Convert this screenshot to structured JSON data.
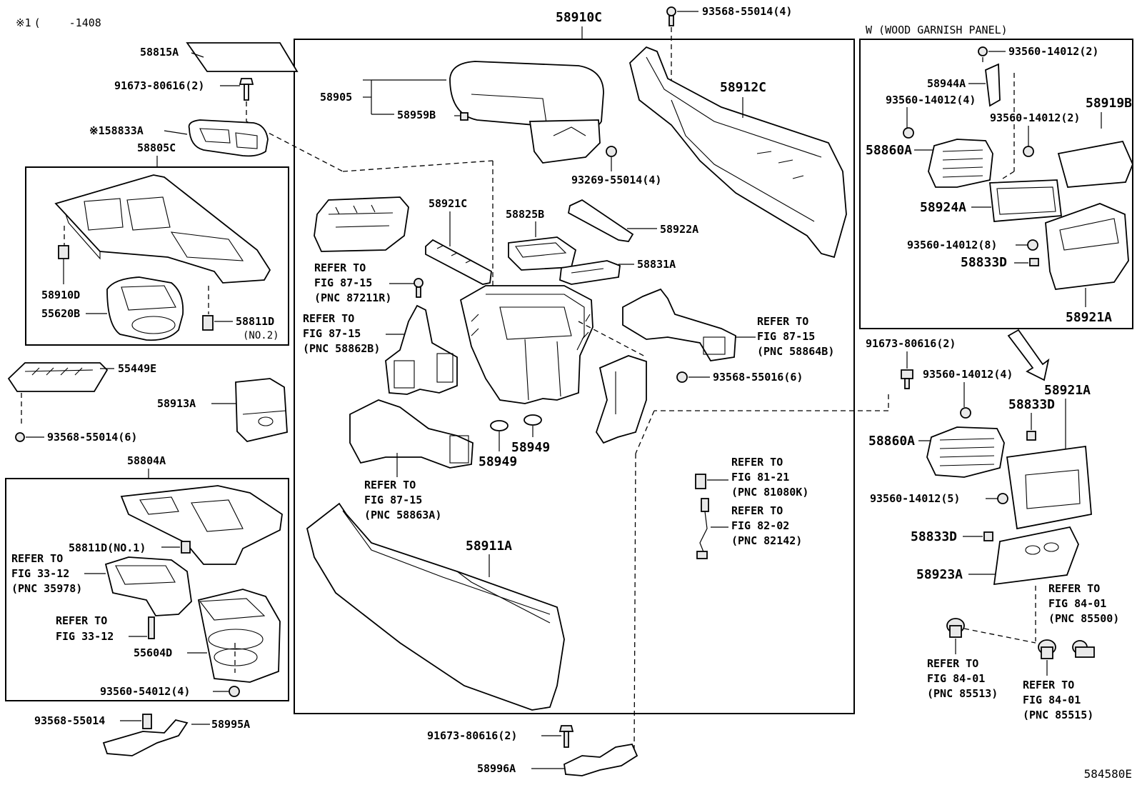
{
  "header": {
    "note_mark": "※1",
    "note_paren": "(",
    "note_range": "-1408"
  },
  "footer": {
    "diagram_id": "584580E"
  },
  "wood_panel": {
    "title": "W (WOOD GARNISH PANEL)"
  },
  "labels": {
    "p58910C": "58910C",
    "p93568_55014_4": "93568-55014(4)",
    "p58815A": "58815A",
    "p91673_80616_2a": "91673-80616(2)",
    "p58833A_mark": "※1",
    "p58833A": "58833A",
    "p58805C": "58805C",
    "p58910D": "58910D",
    "p55620B": "55620B",
    "p58811D": "58811D",
    "p58811D_no2": "(NO.2)",
    "p55449E": "55449E",
    "p93568_55014_6": "93568-55014(6)",
    "p58913A": "58913A",
    "p58804A": "58804A",
    "p58811D_no1": "58811D(NO.1)",
    "ref_33_12a_1": "REFER TO",
    "ref_33_12a_2": "FIG 33-12",
    "ref_33_12a_3": "(PNC 35978)",
    "ref_33_12b_1": "REFER TO",
    "ref_33_12b_2": "FIG 33-12",
    "p55604D": "55604D",
    "p93560_54012_4": "93560-54012(4)",
    "p93568_55014": "93568-55014",
    "p58995A": "58995A",
    "p58905": "58905",
    "p58959B": "58959B",
    "p93269_55014_4": "93269-55014(4)",
    "p58912C": "58912C",
    "p58921C": "58921C",
    "p58825B": "58825B",
    "p58922A": "58922A",
    "p58831A": "58831A",
    "ref_87211_1": "REFER TO",
    "ref_87211_2": "FIG 87-15",
    "ref_87211_3": "(PNC 87211R)",
    "ref_58862_1": "REFER TO",
    "ref_58862_2": "FIG 87-15",
    "ref_58862_3": "(PNC 58862B)",
    "ref_58864_1": "REFER TO",
    "ref_58864_2": "FIG 87-15",
    "ref_58864_3": "(PNC 58864B)",
    "p93568_55016_6": "93568-55016(6)",
    "p58949a": "58949",
    "p58949b": "58949",
    "ref_58863_1": "REFER TO",
    "ref_58863_2": "FIG 87-15",
    "ref_58863_3": "(PNC 58863A)",
    "ref_81080_1": "REFER TO",
    "ref_81080_2": "FIG 81-21",
    "ref_81080_3": "(PNC 81080K)",
    "ref_82142_1": "REFER TO",
    "ref_82142_2": "FIG 82-02",
    "ref_82142_3": "(PNC 82142)",
    "p58911A": "58911A",
    "p91673_80616_2b": "91673-80616(2)",
    "p58996A": "58996A",
    "p93560_14012_2a": "93560-14012(2)",
    "p58944A": "58944A",
    "p93560_14012_4a": "93560-14012(4)",
    "p58919B": "58919B",
    "p93560_14012_2b": "93560-14012(2)",
    "p58860A_a": "58860A",
    "p58924A": "58924A",
    "p93560_14012_8": "93560-14012(8)",
    "p58833D_a": "58833D",
    "p58921A_a": "58921A",
    "p91673_80616_2c": "91673-80616(2)",
    "p93560_14012_4b": "93560-14012(4)",
    "p58921A_b": "58921A",
    "p58833D_b": "58833D",
    "p58860A_b": "58860A",
    "p93560_14012_5": "93560-14012(5)",
    "p58833D_c": "58833D",
    "p58923A": "58923A",
    "ref_85500_1": "REFER TO",
    "ref_85500_2": "FIG 84-01",
    "ref_85500_3": "(PNC 85500)",
    "ref_85513_1": "REFER TO",
    "ref_85513_2": "FIG 84-01",
    "ref_85513_3": "(PNC 85513)",
    "ref_85515_1": "REFER TO",
    "ref_85515_2": "FIG 84-01",
    "ref_85515_3": "(PNC 85515)"
  }
}
